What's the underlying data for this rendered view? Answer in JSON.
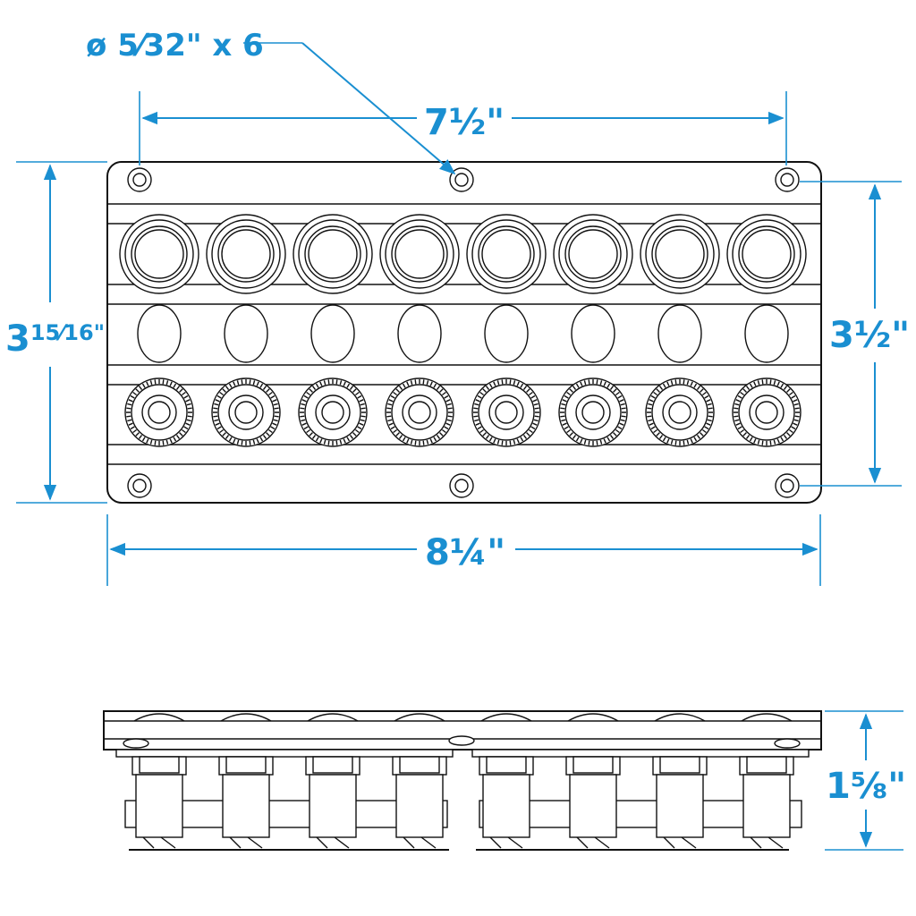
{
  "dimensions": {
    "hole_spec": "ø 5⁄32\" x 6",
    "hole_spacing_width": "7½\"",
    "overall_height": "3",
    "overall_height_frac": "15⁄16\"",
    "hole_spacing_height": "3½\"",
    "overall_width": "8¼\"",
    "depth": "1⅝\""
  },
  "panel": {
    "switch_count": 8,
    "mounting_holes": 6
  },
  "colors": {
    "dimension": "#1a8fd1",
    "outline": "#111111",
    "background": "#ffffff"
  }
}
